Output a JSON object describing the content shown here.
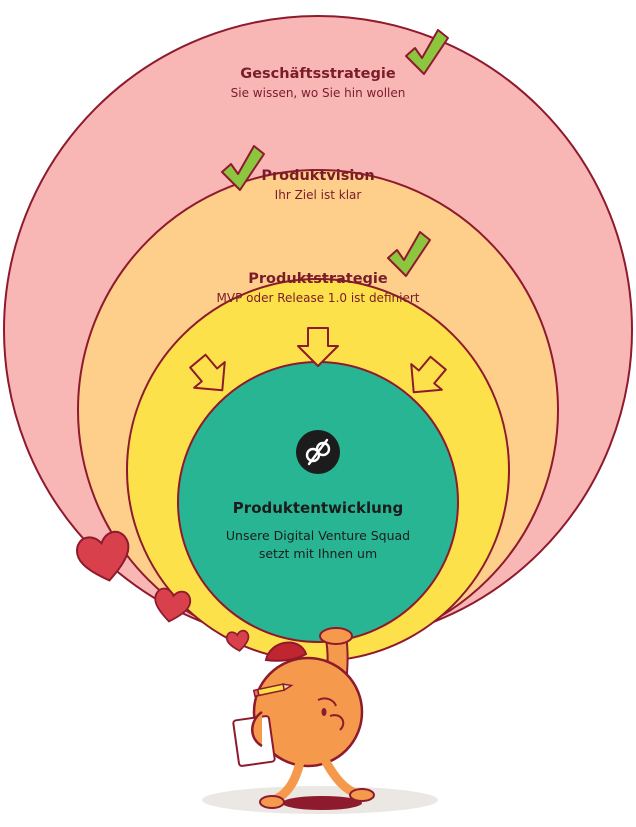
{
  "colors": {
    "outline": "#8e1a2d",
    "ring1": "#f8b6b5",
    "ring2": "#fdcf8a",
    "ring3": "#fde14a",
    "core": "#28b593",
    "title_text": "#7a1c2a",
    "core_text": "#1c1c1c",
    "check_fill": "#8cc63f",
    "heart_fill": "#d8414b",
    "arrow_fill": "#fde14a",
    "figure_fill": "#f59a4c"
  },
  "layers": [
    {
      "title": "Geschäftsstrategie",
      "subtitle": "Sie wissen, wo Sie hin wollen",
      "checked": true
    },
    {
      "title": "Produktvision",
      "subtitle": "Ihr Ziel ist klar",
      "checked": true
    },
    {
      "title": "Produktstrategie",
      "subtitle": "MVP oder Release 1.0 ist definiert",
      "checked": true
    }
  ],
  "core": {
    "title": "Produktentwicklung",
    "subtitle_line1": "Unsere Digital Venture Squad",
    "subtitle_line2": "setzt mit Ihnen um",
    "logo_icon": "infinity-logo-icon"
  },
  "decorations": {
    "check_icon": "check-icon",
    "heart_icon": "heart-icon",
    "arrow_icon": "arrow-down-icon",
    "figure": "carrying-character"
  }
}
